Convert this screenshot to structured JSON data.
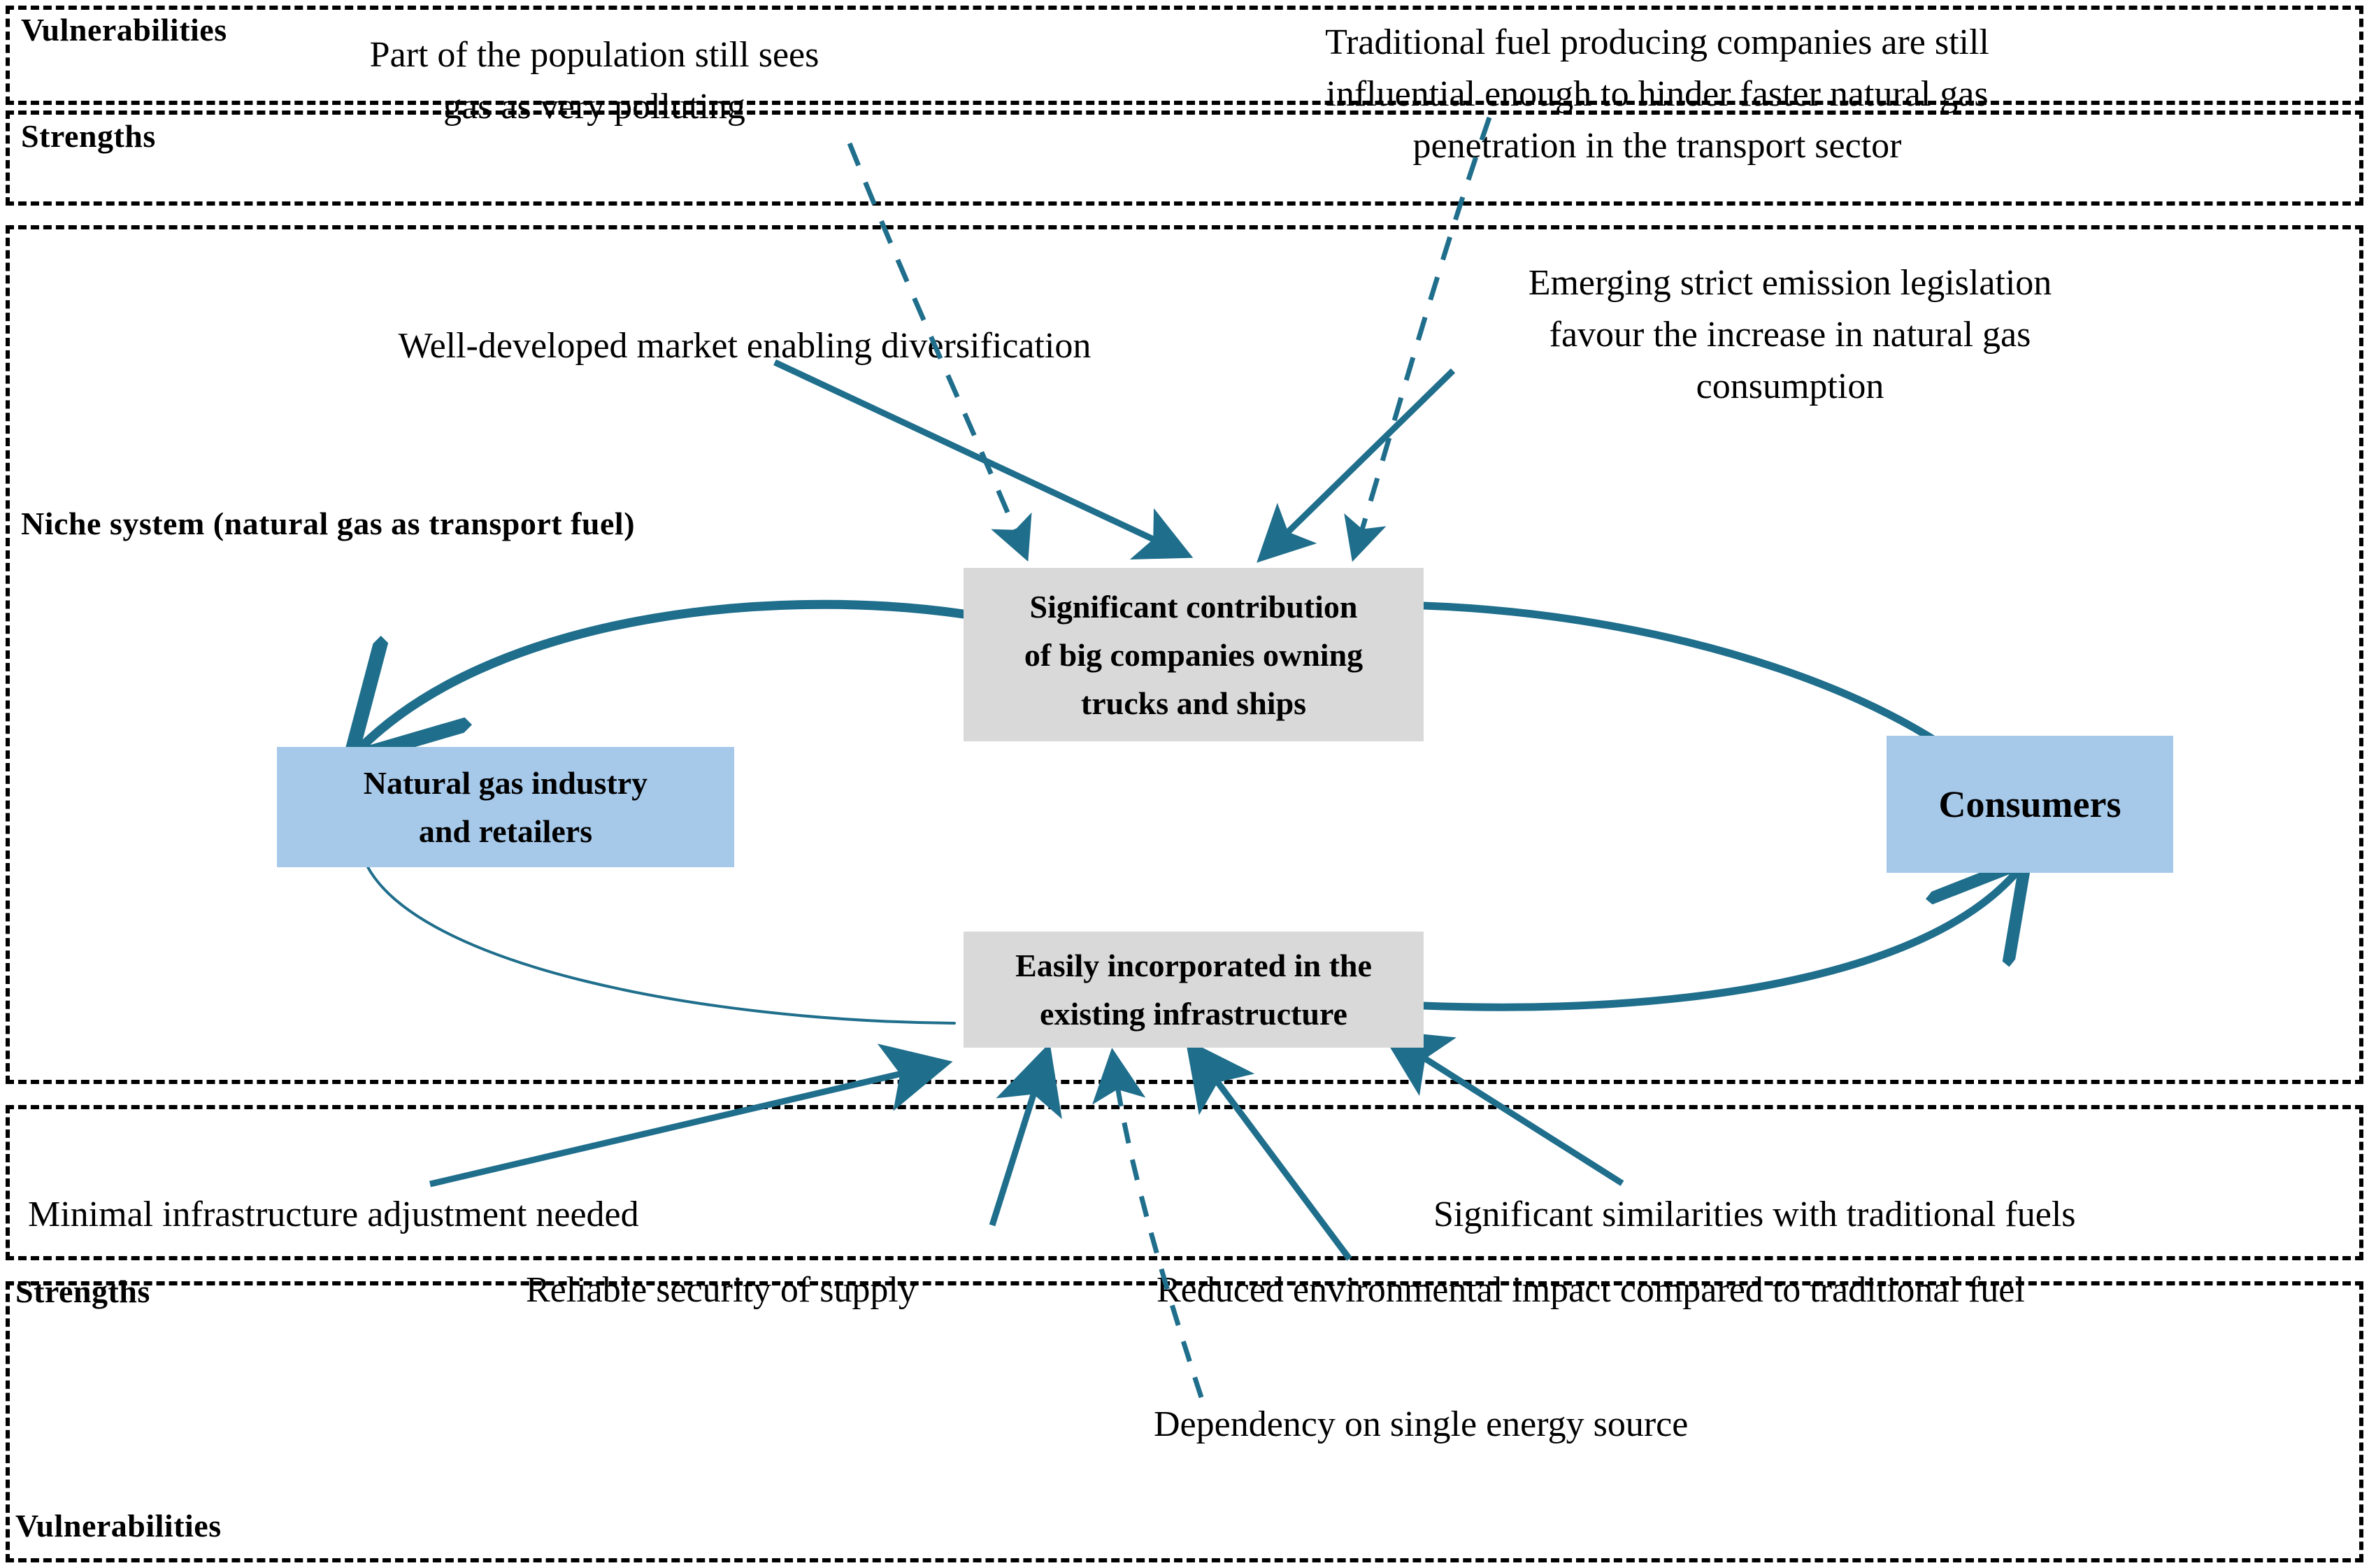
{
  "colors": {
    "arrow": "#1F6E8C",
    "node_grey": "#d9d9d9",
    "node_blue": "#a6c9ea",
    "band_border": "#000000",
    "text": "#000000"
  },
  "bands": [
    {
      "id": "vulnerabilities-top",
      "label": "Vulnerabilities"
    },
    {
      "id": "strengths-top",
      "label": "Strengths"
    },
    {
      "id": "niche-system",
      "label": "Niche system (natural gas as transport fuel)"
    },
    {
      "id": "strengths-bottom",
      "label": "Strengths"
    },
    {
      "id": "vulnerabilities-bottom",
      "label": "Vulnerabilities"
    }
  ],
  "notes": {
    "population_polluting": "Part of the population still sees\ngas as very polluting",
    "traditional_fuel_companies": "Traditional fuel producing companies are still\ninfluential enough to hinder faster natural gas\npenetration in the transport sector",
    "well_developed_market": "Well-developed market enabling diversification",
    "emission_legislation": "Emerging strict emission legislation\nfavour the increase in natural gas\nconsumption",
    "minimal_infrastructure": "Minimal infrastructure adjustment needed",
    "reliable_security": "Reliable security of supply",
    "significant_similarities": "Significant similarities with traditional fuels",
    "reduced_environmental_impact": "Reduced environmental impact compared to traditional fuel",
    "dependency_single_source": "Dependency on single energy source"
  },
  "nodes": {
    "big_companies": "Significant contribution\nof big companies owning\ntrucks and ships",
    "gas_industry": "Natural gas industry\nand retailers",
    "consumers": "Consumers",
    "existing_infrastructure": "Easily incorporated in the\nexisting infrastructure"
  }
}
